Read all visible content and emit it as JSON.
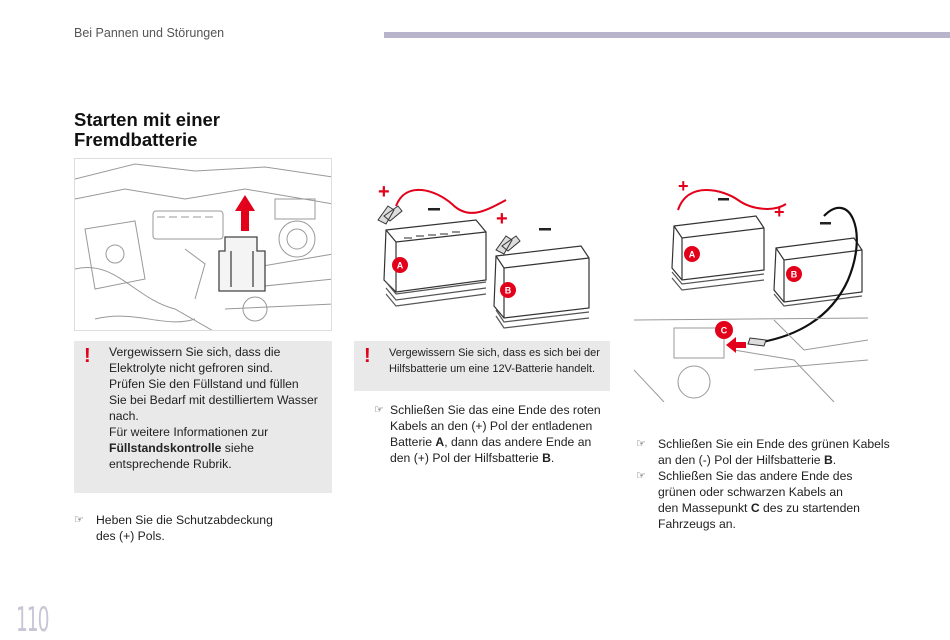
{
  "header": {
    "section": "Bei Pannen und Störungen"
  },
  "title": "Starten mit einer Fremdbatterie",
  "warning1": {
    "icon": "!",
    "line1": "Vergewissern Sie sich, dass die",
    "line2": "Elektrolyte nicht gefroren sind.",
    "line3": "Prüfen Sie den Füllstand und füllen",
    "line4": "Sie bei Bedarf mit destilliertem Wasser",
    "line5": "nach.",
    "line6": "Für weitere Informationen zur",
    "line7_bold": "Füllstandskontrolle",
    "line7_rest": " siehe",
    "line8": "entsprechende Rubrik."
  },
  "warning2": {
    "icon": "!",
    "line1": "Vergewissern Sie sich, dass es sich bei der",
    "line2": "Hilfsbatterie um eine 12V-Batterie handelt."
  },
  "step1": {
    "line1": "Heben Sie die Schutzabdeckung",
    "line2": "des (+) Pols."
  },
  "step2": {
    "line1": "Schließen Sie das eine Ende des roten",
    "line2": "Kabels an den (+) Pol der entladenen",
    "line3_pre": "Batterie ",
    "line3_bold": "A",
    "line3_post": ", dann das andere Ende an",
    "line4_pre": "den (+) Pol der Hilfsbatterie ",
    "line4_bold": "B",
    "line4_post": "."
  },
  "step3": {
    "line1": "Schließen Sie ein Ende des grünen Kabels",
    "line2_pre": "an den (-) Pol der Hilfsbatterie ",
    "line2_bold": "B",
    "line2_post": "."
  },
  "step4": {
    "line1": "Schließen Sie das andere Ende des",
    "line2": "grünen oder schwarzen Kabels an",
    "line3_pre": "den Massepunkt ",
    "line3_bold": "C",
    "line3_post": " des zu startenden",
    "line4": "Fahrzeugs an."
  },
  "bullet_symbol": "☞",
  "labels": {
    "battery_a": "A",
    "battery_b": "B",
    "ground_c": "C",
    "plus": "+",
    "minus": "−"
  },
  "page_number": "110",
  "colors": {
    "accent": "#e2001a",
    "bar": "#b7b4cc",
    "warning_bg": "#e9e9e9"
  }
}
